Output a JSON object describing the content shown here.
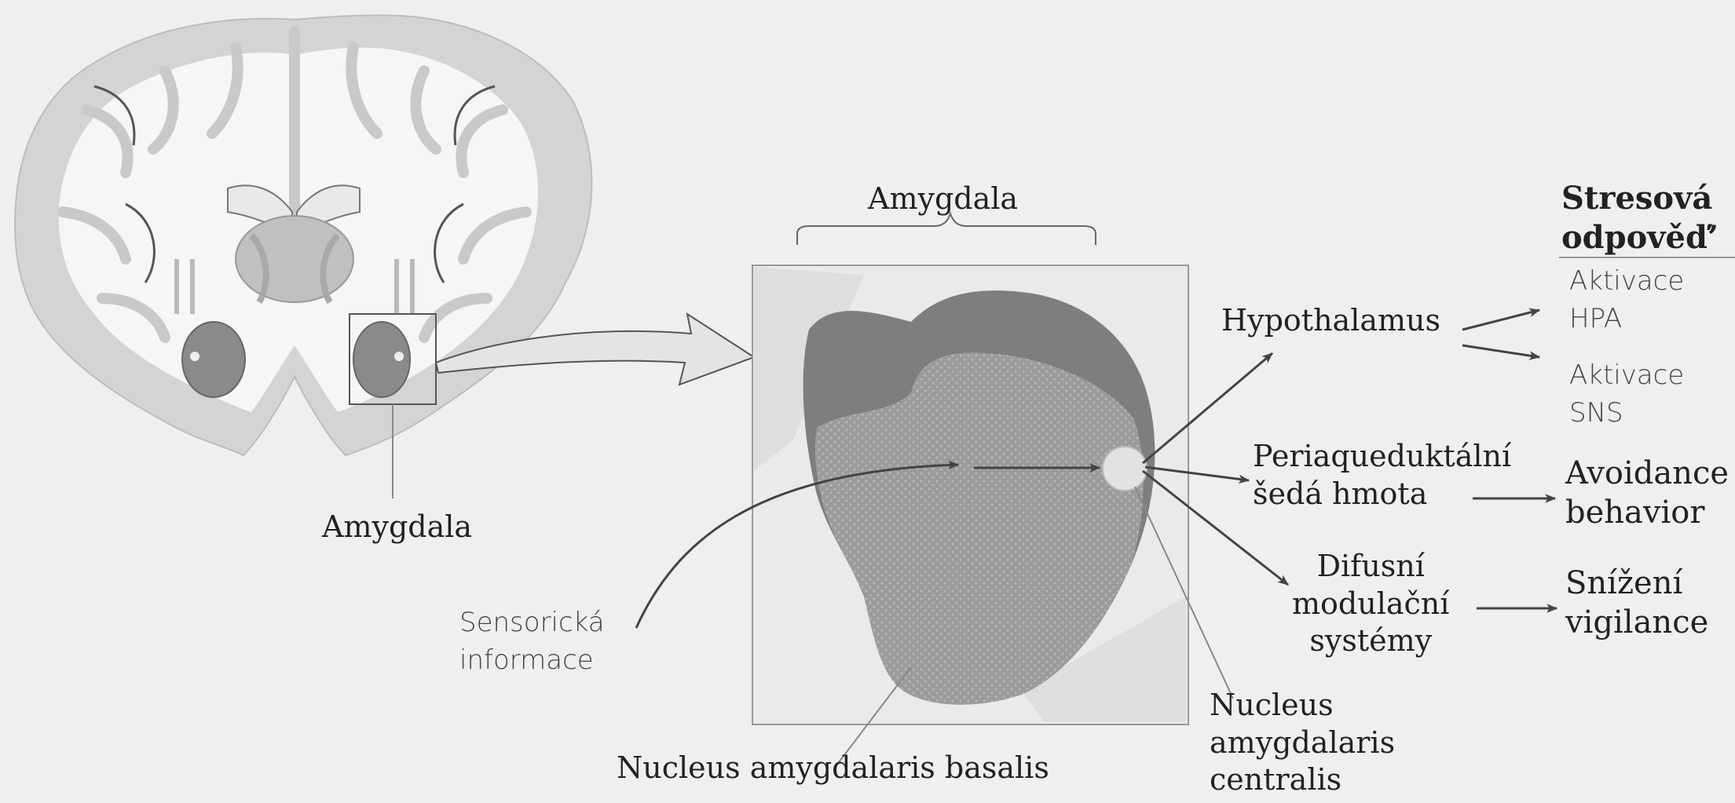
{
  "labels": {
    "amygdala_brain": "Amygdala",
    "amygdala_top": "Amygdala",
    "sensory": [
      "Sensorická",
      "informace"
    ],
    "basal": "Nucleus amygdalaris basalis",
    "central": [
      "Nucleus",
      "amygdalaris",
      "centralis"
    ],
    "hypothalamus": "Hypothalamus",
    "periaqueductal": [
      "Periaqueduktální",
      "šedá hmota"
    ],
    "diffuse": [
      "Difusní",
      "modulační",
      "systémy"
    ],
    "stress_header": [
      "Stresová",
      "odpověď’"
    ],
    "hpa": [
      "Aktivace",
      "HPA"
    ],
    "sns": [
      "Aktivace",
      "SNS"
    ],
    "avoidance": [
      "Avoidance",
      "behavior"
    ],
    "vigilance": [
      "Snížení",
      "vigilance"
    ]
  },
  "colors": {
    "background": "#efefef",
    "white_matter": "#f7f7f7",
    "cortex": "#cfcfcf",
    "amygdala_fill": "#8a8a8a",
    "basal_nucleus": "#9b9b9b",
    "dark_region": "#7e7e7e",
    "arrow": "#444444"
  }
}
